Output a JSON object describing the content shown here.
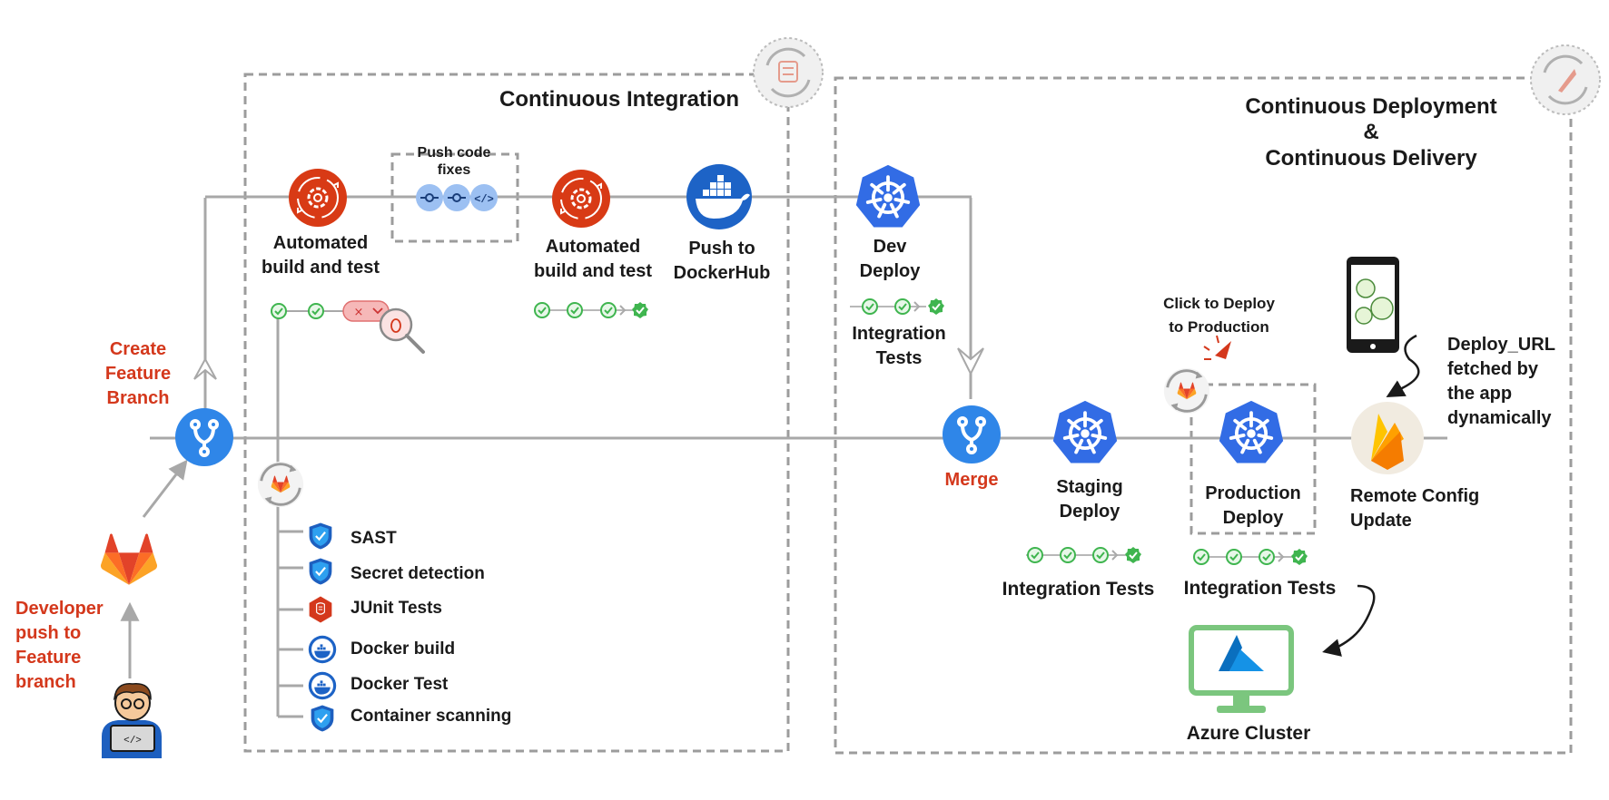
{
  "titles": {
    "ci": "Continuous Integration",
    "cd_line1": "Continuous Deployment",
    "cd_line2": "&",
    "cd_line3": "Continuous Delivery"
  },
  "left": {
    "developer_push": [
      "Developer",
      "push to",
      "Feature",
      "branch"
    ],
    "create_branch": [
      "Create",
      "Feature",
      "Branch"
    ]
  },
  "ci": {
    "build1": [
      "Automated",
      "build and test"
    ],
    "push_fixes": [
      "Push code",
      "fixes"
    ],
    "build2": [
      "Automated",
      "build and test"
    ],
    "docker_push": [
      "Push to",
      "DockerHub"
    ],
    "pipeline_steps": [
      "SAST",
      "Secret detection",
      "JUnit Tests",
      "Docker build",
      "Docker Test",
      "Container scanning"
    ]
  },
  "cd": {
    "dev_deploy": [
      "Dev",
      "Deploy"
    ],
    "integration_tests_dev": [
      "Integration",
      "Tests"
    ],
    "merge": "Merge",
    "staging": [
      "Staging",
      "Deploy"
    ],
    "integration_tests_staging": "Integration Tests",
    "click_deploy": [
      "Click to Deploy",
      "to Production"
    ],
    "production": [
      "Production",
      "Deploy"
    ],
    "integration_tests_prod": "Integration Tests",
    "remote_config": [
      "Remote Config",
      "Update"
    ],
    "deploy_url": [
      "Deploy_URL",
      "fetched by",
      "the app",
      "dynamically"
    ],
    "azure": "Azure Cluster"
  },
  "colors": {
    "accent_red": "#d4381c",
    "gitlab_orange": "#fc6d26",
    "k8s_blue": "#326ce5",
    "git_blue": "#2f86e8",
    "docker_blue": "#1d63c6",
    "check_green": "#3fb54f",
    "line_gray": "#a8a8a8",
    "box_dash": "#9c9c9c",
    "firebase_amber": "#ffa000",
    "azure_green": "#7bc67e"
  },
  "icons": [
    "developer-icon",
    "gitlab-icon",
    "git-branch-icon",
    "build-gear-icon",
    "commit-icon",
    "code-icon",
    "docker-icon",
    "kubernetes-icon",
    "refresh-icon",
    "shield-icon",
    "bug-icon",
    "firebase-icon",
    "phone-icon",
    "azure-icon",
    "monitor-icon",
    "cursor-click-icon",
    "checkmark-icon"
  ]
}
